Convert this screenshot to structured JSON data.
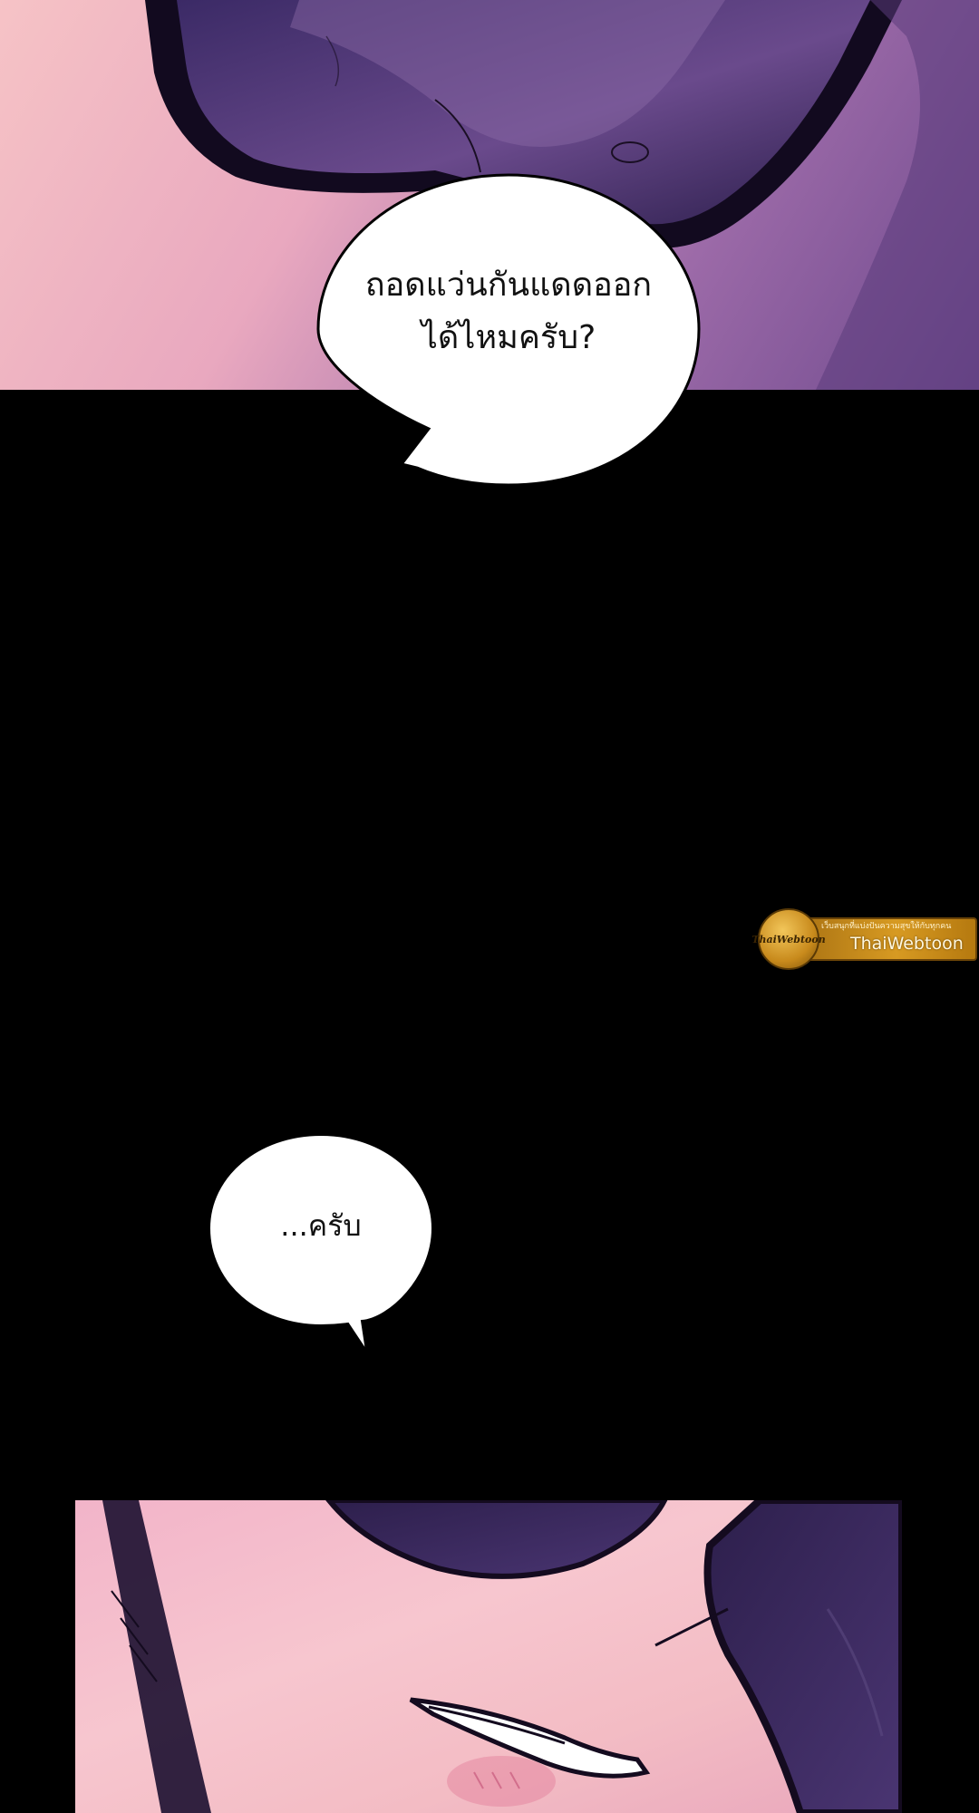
{
  "panels": {
    "top": {
      "description_colors": {
        "skin": "#f6c3c6",
        "shade": "#6f4a8e",
        "outline": "#1a0f24"
      }
    },
    "bottom": {
      "description_colors": {
        "skin": "#f7c6cf",
        "shade": "#2d1f4c",
        "outline": "#140b1f"
      }
    }
  },
  "dialogue": {
    "bubble_1": {
      "text": "ถอดแว่นกันแดดออก\nได้ไหมครับ?"
    },
    "bubble_2": {
      "text": "...ครับ"
    }
  },
  "watermark": {
    "badge": "ThaiWebtoon",
    "tagline": "เว็บสนุกที่แบ่งปันความสุขให้กับทุกคน",
    "brand": "ThaiWebtoon"
  },
  "colors": {
    "background": "#000000",
    "bubble_fill": "#ffffff",
    "bubble_stroke": "#000000",
    "watermark_gold": "#d79a22"
  }
}
